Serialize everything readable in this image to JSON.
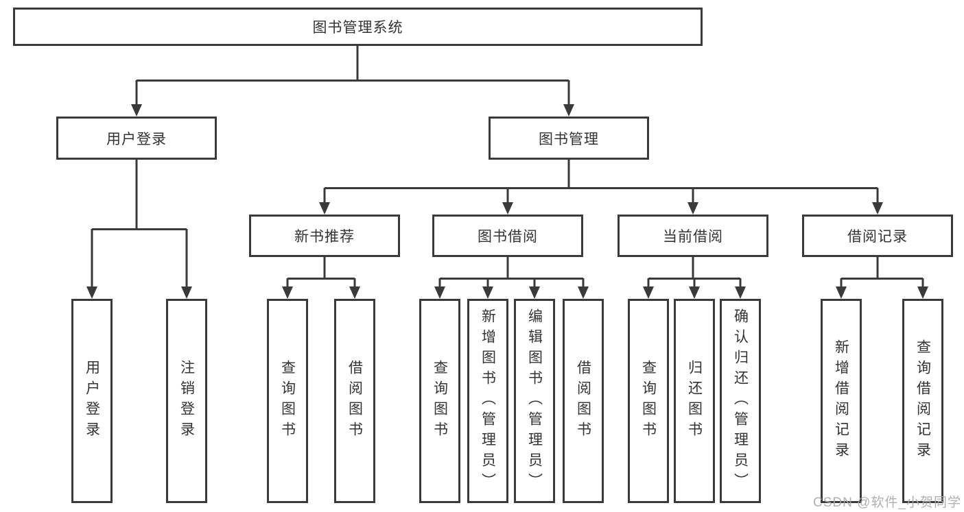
{
  "tree": {
    "root": "图书管理系统",
    "user": {
      "label": "用户登录",
      "children": [
        "用户登录",
        "注销登录"
      ]
    },
    "book": {
      "label": "图书管理",
      "groups": [
        {
          "label": "新书推荐",
          "children": [
            "查询图书",
            "借阅图书"
          ]
        },
        {
          "label": "图书借阅",
          "children": [
            "查询图书",
            "新增图书（管理员）",
            "编辑图书（管理员）",
            "借阅图书"
          ]
        },
        {
          "label": "当前借阅",
          "children": [
            "查询图书",
            "归还图书",
            "确认归还（管理员）"
          ]
        },
        {
          "label": "借阅记录",
          "children": [
            "新增借阅记录",
            "查询借阅记录"
          ]
        }
      ]
    }
  },
  "watermark": "CSDN @软件_小贺同学",
  "colors": {
    "line": "#3a3a3a",
    "text": "#333333",
    "canvas": "#ffffff",
    "watermark": "#aaaaaa"
  }
}
